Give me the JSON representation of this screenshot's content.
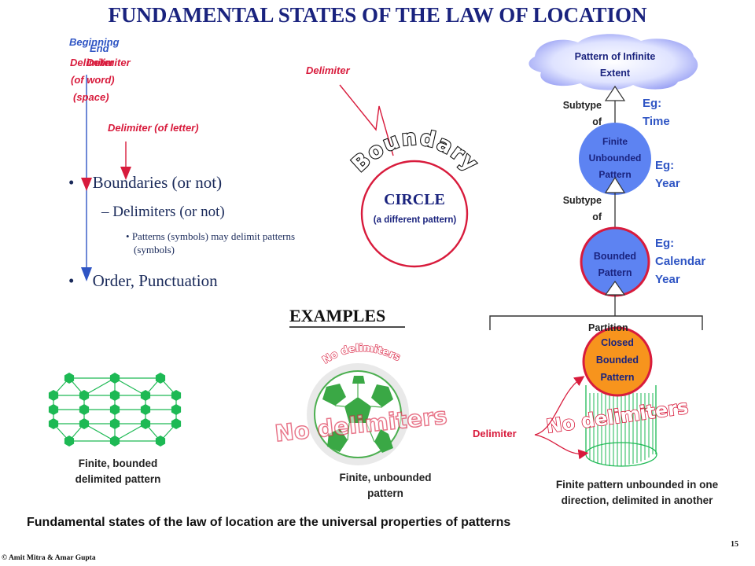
{
  "title": "FUNDAMENTAL STATES OF THE LAW OF LOCATION",
  "word_labels": {
    "beginning": "Beginning",
    "end": "End",
    "delimiter_a": "Delimiter",
    "delimiter_b": "Delimiter",
    "of_word": "(of word)",
    "space": "(space)",
    "delimiter_letter": "Delimiter (of letter)",
    "delimiter_top": "Delimiter"
  },
  "bullets": {
    "b1": "Boundaries (or not)",
    "b2": "Delimiters (or not)",
    "b3_line1": "Patterns (symbols) may delimit patterns",
    "b3_line2": "(symbols)",
    "b4": "Order, Punctuation"
  },
  "circle": {
    "word_art": "Boundary",
    "label": "CIRCLE",
    "sublabel": "(a different pattern)"
  },
  "examples_heading": "EXAMPLES",
  "hierarchy": {
    "infinite_line1": "Pattern of Infinite",
    "infinite_line2": "Extent",
    "subtype_1a": "Subtype",
    "subtype_1b": "of",
    "subtype_2a": "Subtype",
    "subtype_2b": "of",
    "unbounded_line1": "Finite",
    "unbounded_line2": "Unbounded",
    "unbounded_line3": "Pattern",
    "bounded_line1": "Bounded",
    "bounded_line2": "Pattern",
    "partition": "Partition",
    "closed_line1": "Closed",
    "closed_line2": "Bounded",
    "closed_line3": "Pattern",
    "eg_time_1": "Eg:",
    "eg_time_2": "Time",
    "eg_year_1": "Eg:",
    "eg_year_2": "Year",
    "eg_cal_1": "Eg:",
    "eg_cal_2": "Calendar",
    "eg_cal_3": "Year"
  },
  "examples": {
    "bounded_cap1": "Finite, bounded",
    "bounded_cap2": "delimited pattern",
    "ball_art": "No delimiters",
    "ball_small_art": "No delimiters",
    "unbounded_cap1": "Finite, unbounded",
    "unbounded_cap2": "pattern",
    "cyl_delimiter": "Delimiter",
    "cyl_art": "No delimiters",
    "cyl_cap1": "Finite pattern unbounded in one",
    "cyl_cap2": "direction, delimited in another"
  },
  "footer": {
    "statement": "Fundamental states of the law of location  are the universal properties of patterns",
    "page": "15",
    "copyright": "© Amit Mitra & Amar Gupta"
  },
  "colors": {
    "title": "#1a237e",
    "red": "#d81b3c",
    "blue": "#2f55c4",
    "green": "#1db954",
    "orange": "#f7941d"
  }
}
